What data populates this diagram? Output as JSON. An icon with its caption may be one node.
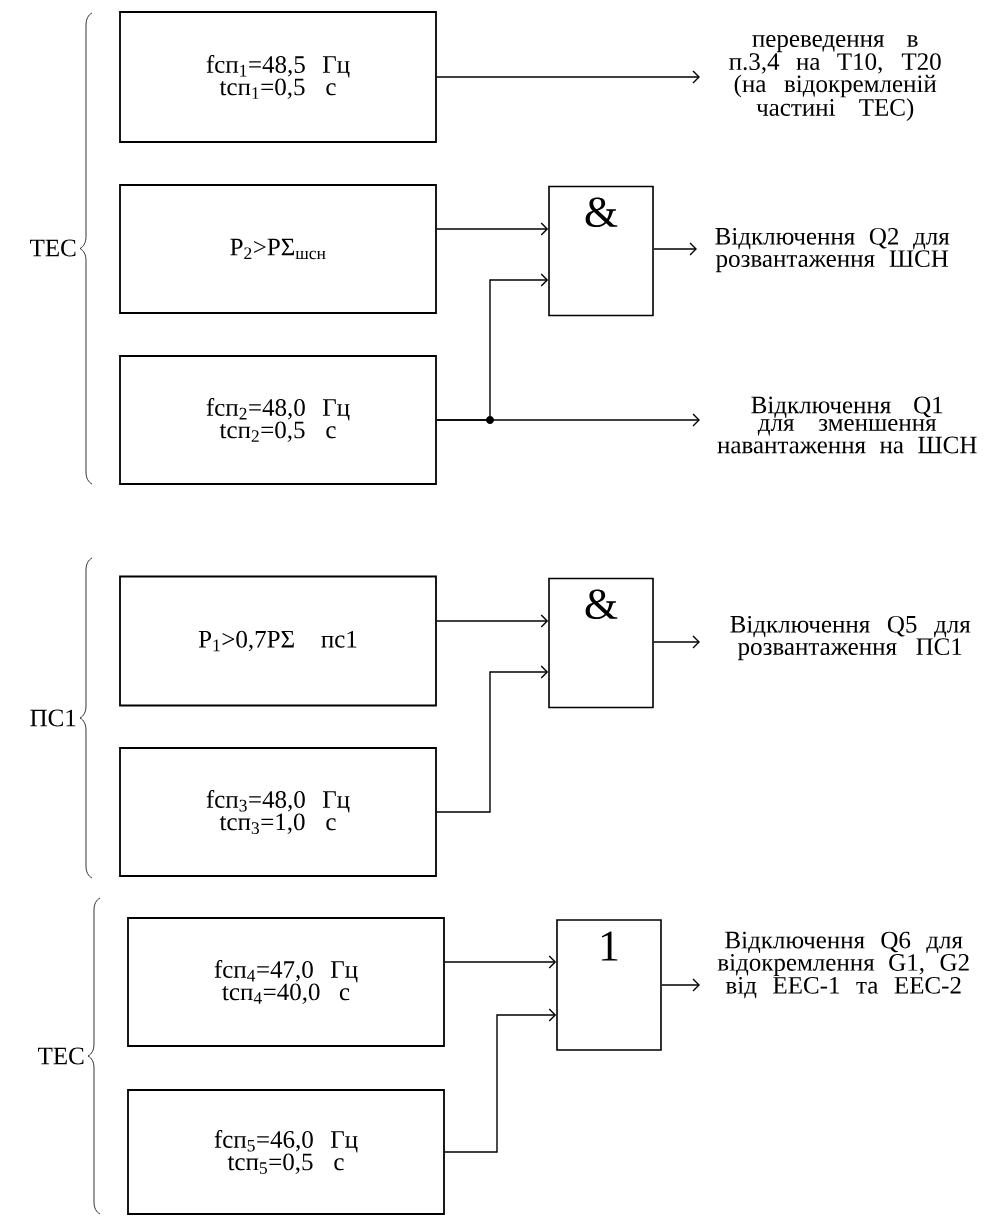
{
  "diagram": {
    "nodes": [
      {
        "text": [
          "fсп$_{1}$=48,5 Гц tсп$_{1}$=0,5 с"
        ]
      },
      {
        "text": [
          "P$_{2}$>PΣ$_{шсн}$"
        ]
      },
      {
        "text": [
          "fсп$_{2}$=48,0 Гц tсп$_{2}$=0,5 с"
        ]
      },
      {
        "text": [
          "&"
        ]
      },
      {
        "text": [
          "переведення в п.3,4 на Т10, Т20 (на відокремленій частині ТЕС)"
        ]
      },
      {
        "text": [
          "Відключення Q2 для розвантаження ШСН"
        ]
      },
      {
        "text": [
          "Відключення Q1 для зменшення навантаження на ШСН"
        ]
      },
      {
        "text": [
          "P$_{1}$>0,7PΣ пс1"
        ]
      },
      {
        "text": [
          "fсп$_{3}$=48,0 Гц tсп$_{3}$=1,0 с"
        ]
      },
      {
        "text": [
          "&"
        ]
      },
      {
        "text": [
          "Відключення Q5 для розвантаження ПС1"
        ]
      },
      {
        "text": [
          "fсп$_{4}$=47,0 Гц tсп$_{4}$=40,0 с"
        ]
      },
      {
        "text": [
          "fсп$_{5}$=46,0 Гц tсп$_{5}$=0,5 с"
        ]
      },
      {
        "text": [
          "1"
        ]
      },
      {
        "text": [
          "Відключення Q6 для відокремлення G1, G2 від ЕЕС-1 та ЕЕС-2"
        ]
      }
    ],
    "edges": [
      {
        "from": 0,
        "to": 4,
        "arrow": "to"
      },
      {
        "from": 1,
        "to": 3,
        "arrow": "to"
      },
      {
        "from": 2,
        "to": 3,
        "arrow": "to"
      },
      {
        "from": 2,
        "to": 6,
        "arrow": "to"
      },
      {
        "from": 3,
        "to": 5,
        "arrow": "to"
      },
      {
        "from": 7,
        "to": 9,
        "arrow": "to"
      },
      {
        "from": 8,
        "to": 9,
        "arrow": "to"
      },
      {
        "from": 9,
        "to": 10,
        "arrow": "to"
      },
      {
        "from": 11,
        "to": 13,
        "arrow": "to"
      },
      {
        "from": 12,
        "to": 13,
        "arrow": "to"
      },
      {
        "from": 13,
        "to": 14,
        "arrow": "to"
      }
    ],
    "labels": [
      "ТЕС",
      "ПС1",
      "ТЕС"
    ]
  }
}
